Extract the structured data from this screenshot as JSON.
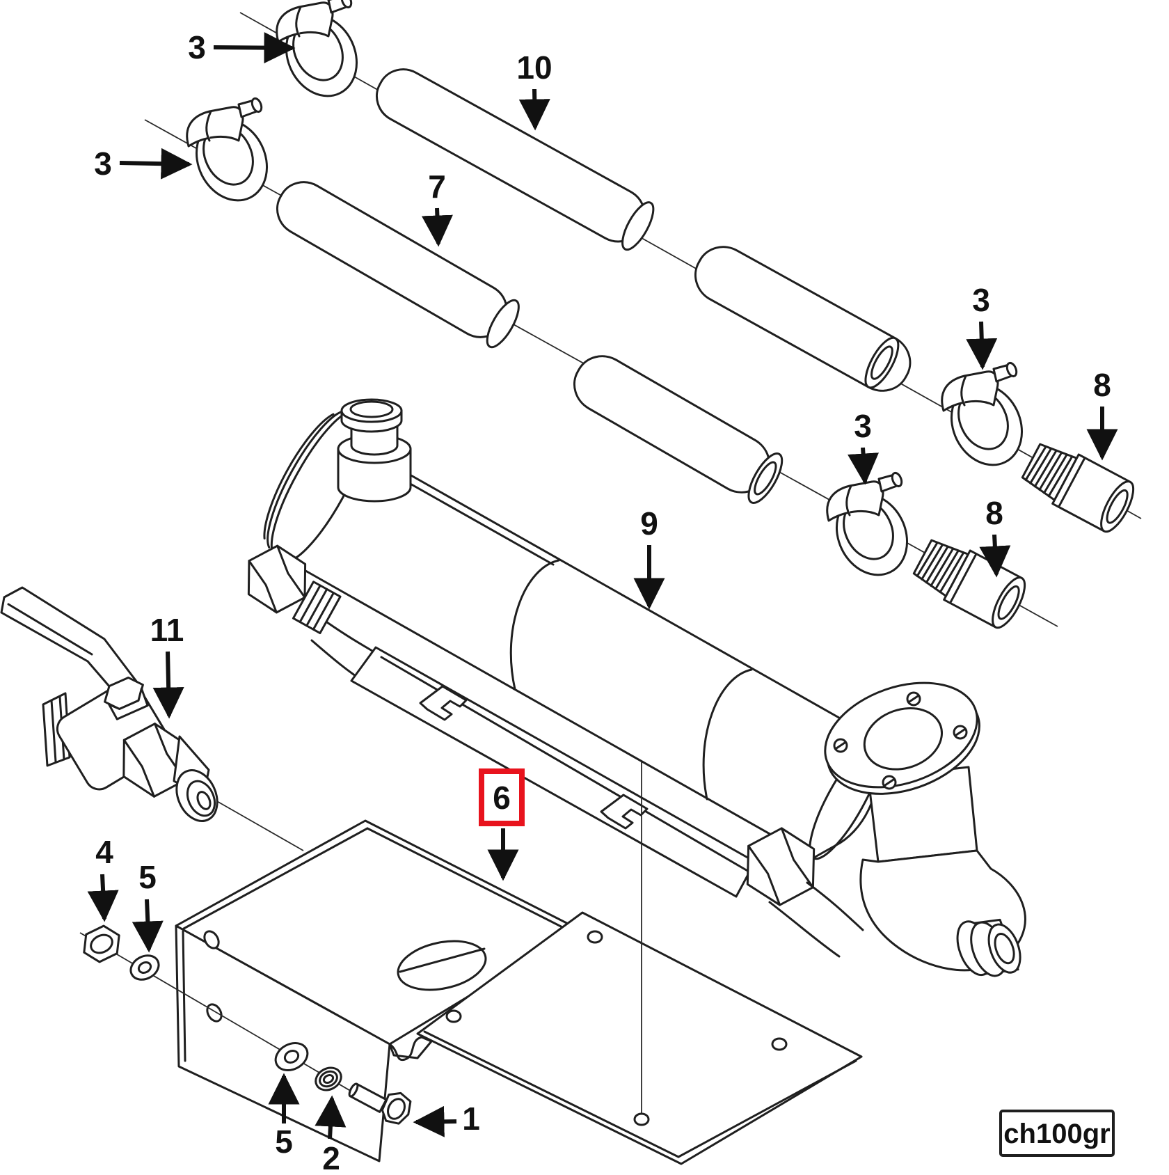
{
  "figure": {
    "code": "ch100gr"
  },
  "colors": {
    "highlight_red": "#e8131d",
    "line": "#1f1f1f",
    "background": "#ffffff"
  },
  "callouts": {
    "c1": "1",
    "c2": "2",
    "c3_top": "3",
    "c3_left": "3",
    "c3_right_upper": "3",
    "c3_right_lower": "3",
    "c4": "4",
    "c5_left": "5",
    "c5_bottom": "5",
    "c6": "6",
    "c7": "7",
    "c8_upper": "8",
    "c8_lower": "8",
    "c9": "9",
    "c10": "10",
    "c11": "11"
  }
}
